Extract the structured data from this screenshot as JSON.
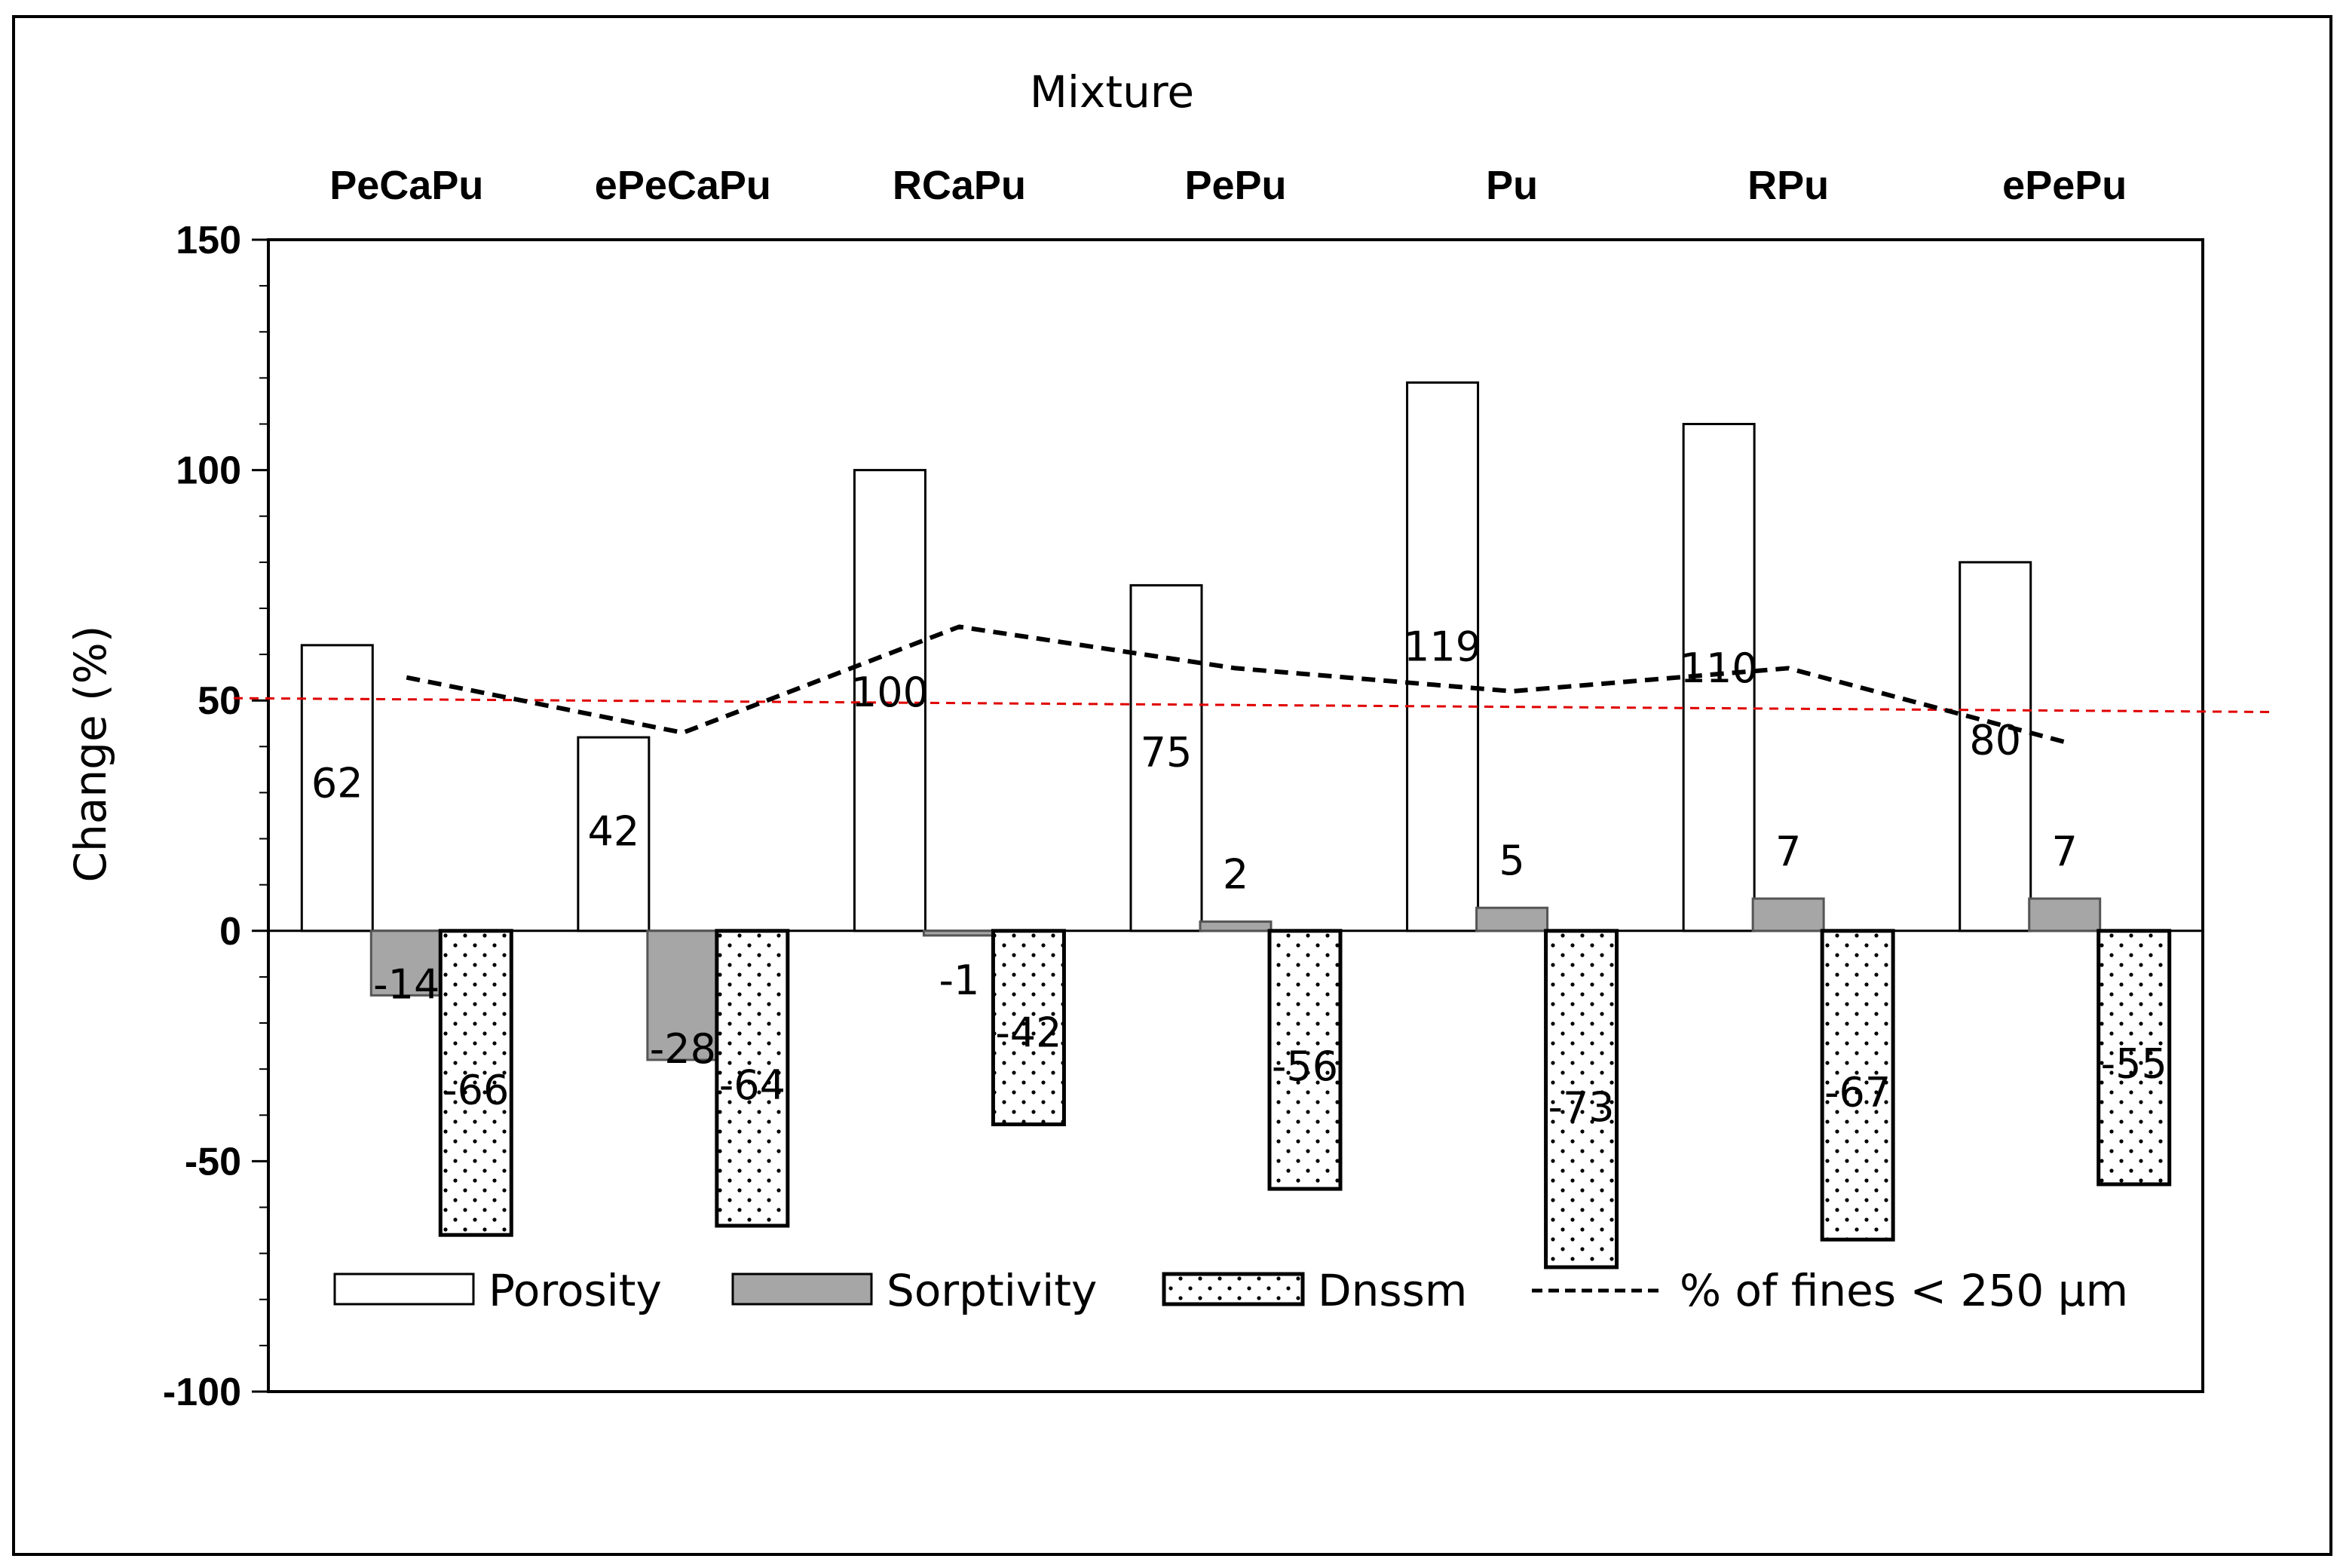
{
  "chart_data": {
    "type": "bar",
    "x_title": "Mixture",
    "ylabel": "Change (%)",
    "ylim": [
      -100,
      150
    ],
    "yticks": [
      "150",
      "100",
      "50",
      "0",
      "-50",
      "-100"
    ],
    "categories": [
      "PeCaPu",
      "ePeCaPu",
      "RCaPu",
      "PePu",
      "Pu",
      "RPu",
      "ePePu"
    ],
    "series": [
      {
        "name": "Porosity",
        "kind": "bar",
        "fill": "white",
        "values": [
          62,
          42,
          100,
          75,
          119,
          110,
          80
        ],
        "labels": [
          "62",
          "42",
          "100",
          "75",
          "119",
          "110",
          "80"
        ]
      },
      {
        "name": "Sorptivity",
        "kind": "bar",
        "fill": "gray",
        "values": [
          -14,
          -28,
          -1,
          2,
          5,
          7,
          7
        ],
        "labels": [
          "-14",
          "-28",
          "-1",
          "2",
          "5",
          "7",
          "7"
        ]
      },
      {
        "name": "Dnssm",
        "kind": "bar",
        "fill": "dotted",
        "values": [
          -66,
          -64,
          -42,
          -56,
          -73,
          -67,
          -55
        ],
        "labels": [
          "-66",
          "-64",
          "-42",
          "-56",
          "-73",
          "-67",
          "-55"
        ]
      },
      {
        "name": "% of fines < 250 μm",
        "kind": "line",
        "style": "dashed",
        "values": [
          55,
          43,
          66,
          57,
          52,
          57,
          41
        ]
      }
    ],
    "reference_line": {
      "start": 50.5,
      "end": 47.5,
      "color": "#e00000",
      "style": "dashed"
    },
    "legend_position": "bottom-inside",
    "grid": false,
    "colors": {
      "porosity": "#ffffff",
      "sorptivity": "#a6a6a6",
      "dnssm": "#ffffff",
      "fines_line": "#000000",
      "reference": "#e00000"
    }
  }
}
